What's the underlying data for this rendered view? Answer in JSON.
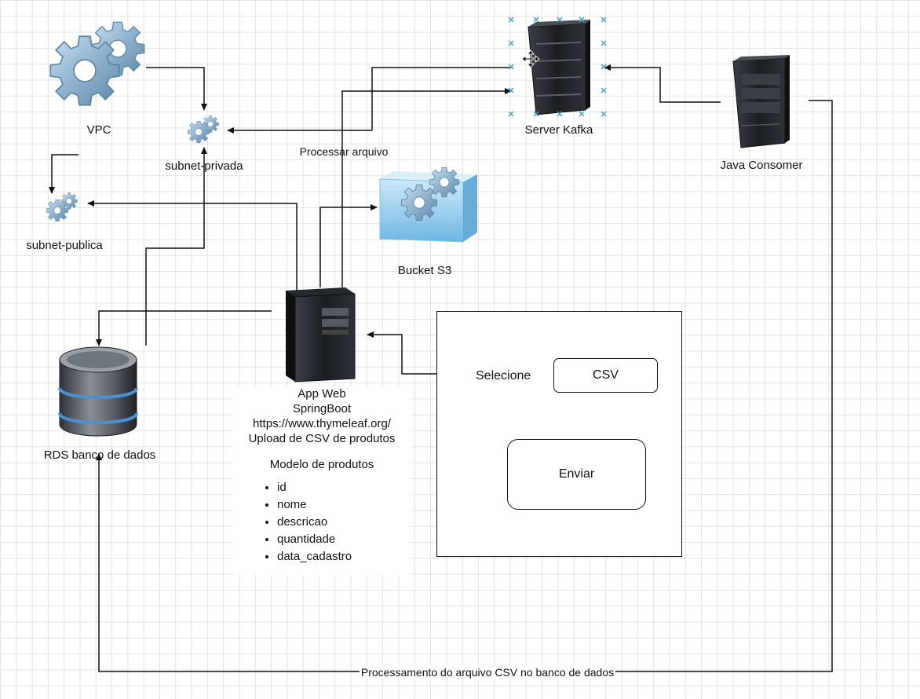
{
  "nodes": {
    "vpc": "VPC",
    "subnet_privada": "subnet-privada",
    "subnet_publica": "subnet-publica",
    "server_kafka": "Server Kafka",
    "java_consumer": "Java Consomer",
    "bucket_s3": "Bucket S3",
    "rds": "RDS banco de dados"
  },
  "app_web": {
    "lines": [
      "App Web",
      "SpringBoot",
      "https://www.thymeleaf.org/",
      "Upload de CSV de produtos"
    ],
    "model_title": "Modelo de produtos",
    "fields": [
      "id",
      "nome",
      "descricao",
      "quantidade",
      "data_cadastro"
    ]
  },
  "edges": {
    "processar_arquivo": "Processar arquivo",
    "processamento_csv": "Processamento do arquivo CSV no banco de dados"
  },
  "form": {
    "select_label": "Selecione",
    "csv_field": "CSV",
    "send_button": "Enviar"
  },
  "icons": {
    "vpc": "gears-icon",
    "subnet_privada": "gears-icon",
    "subnet_publica": "gears-icon",
    "server_kafka": "server-rack-icon",
    "java_consumer": "server-rack-icon",
    "bucket_s3": "bucket-gears-icon",
    "app_web": "server-tower-icon",
    "rds": "database-icon",
    "cursor": "move-cursor-icon"
  },
  "colors": {
    "edge": "#111111",
    "grid": "#e3e3e3",
    "gear": "#8fb3cf",
    "server": "#1d1f23",
    "selection": "#4aa3c7",
    "bucket": "#7fc1ea"
  }
}
